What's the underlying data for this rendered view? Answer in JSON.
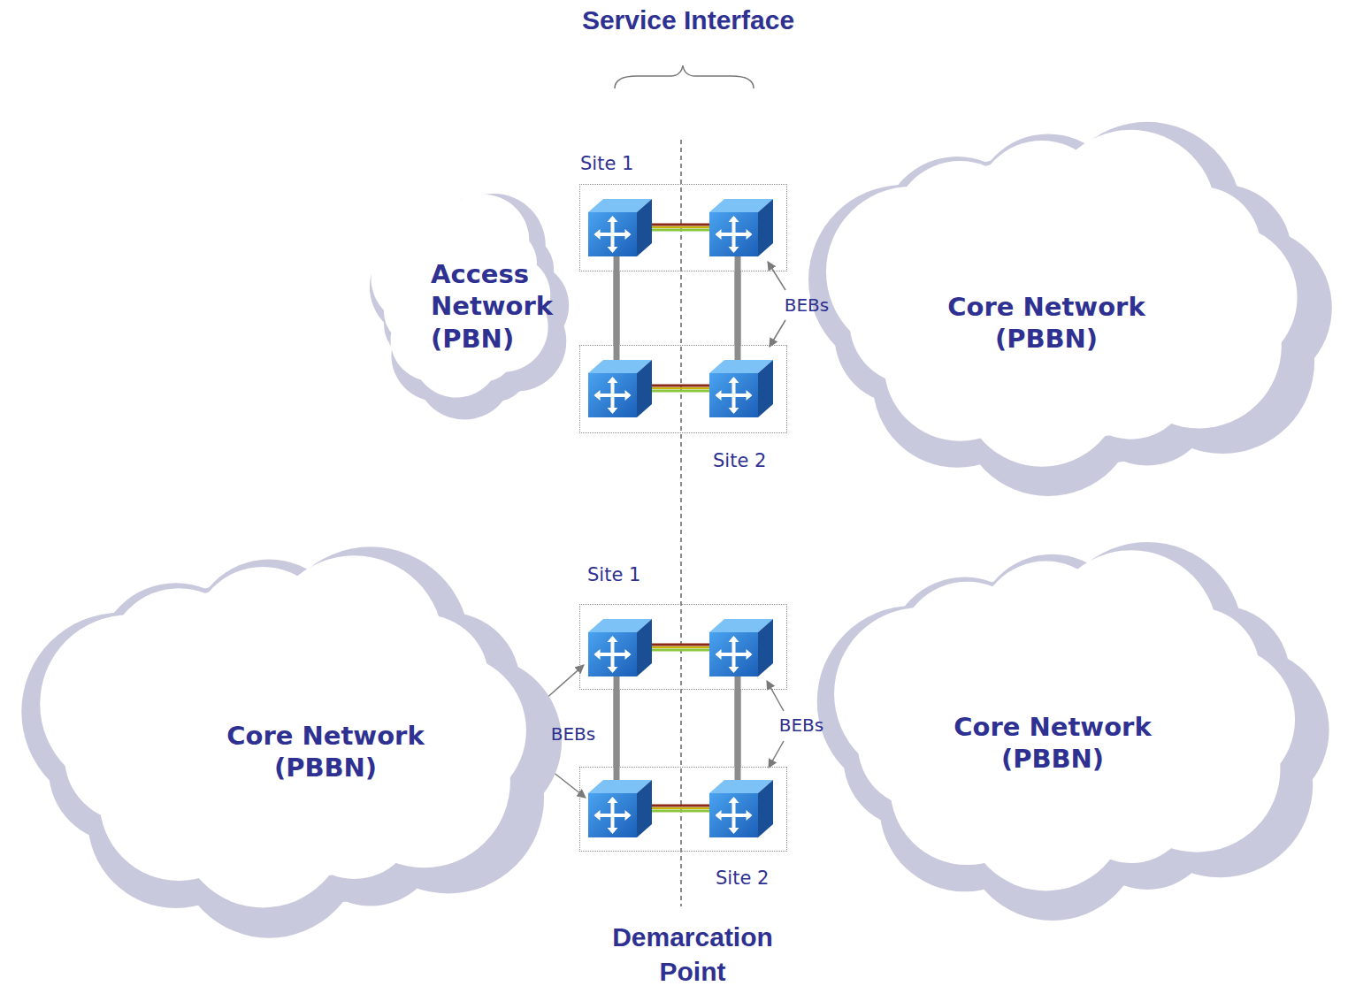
{
  "diagram": {
    "nodes": [
      {
        "text": [
          "Site 1"
        ]
      },
      {
        "text": [
          "Access Network (PBN)"
        ]
      },
      {
        "text": [
          "Core Network (PBBN)"
        ]
      },
      {
        "text": [
          "Site 2"
        ]
      },
      {
        "text": [
          "Site 1"
        ]
      },
      {
        "text": [
          "Core Network (PBBN)"
        ]
      },
      {
        "text": [
          "Core Network (PBBN)"
        ]
      },
      {
        "text": [
          "Site 2"
        ]
      }
    ],
    "edges": [
      {
        "from": 0,
        "to": 3,
        "arrow": "none"
      },
      {
        "from": 0,
        "to": 3,
        "arrow": "none"
      },
      {
        "from": 4,
        "to": 7,
        "arrow": "none"
      },
      {
        "from": 4,
        "to": 7,
        "arrow": "none"
      }
    ],
    "labels": [
      "Service Interface",
      "BEBs",
      "BEBs",
      "BEBs",
      "Demarcation Point"
    ]
  }
}
